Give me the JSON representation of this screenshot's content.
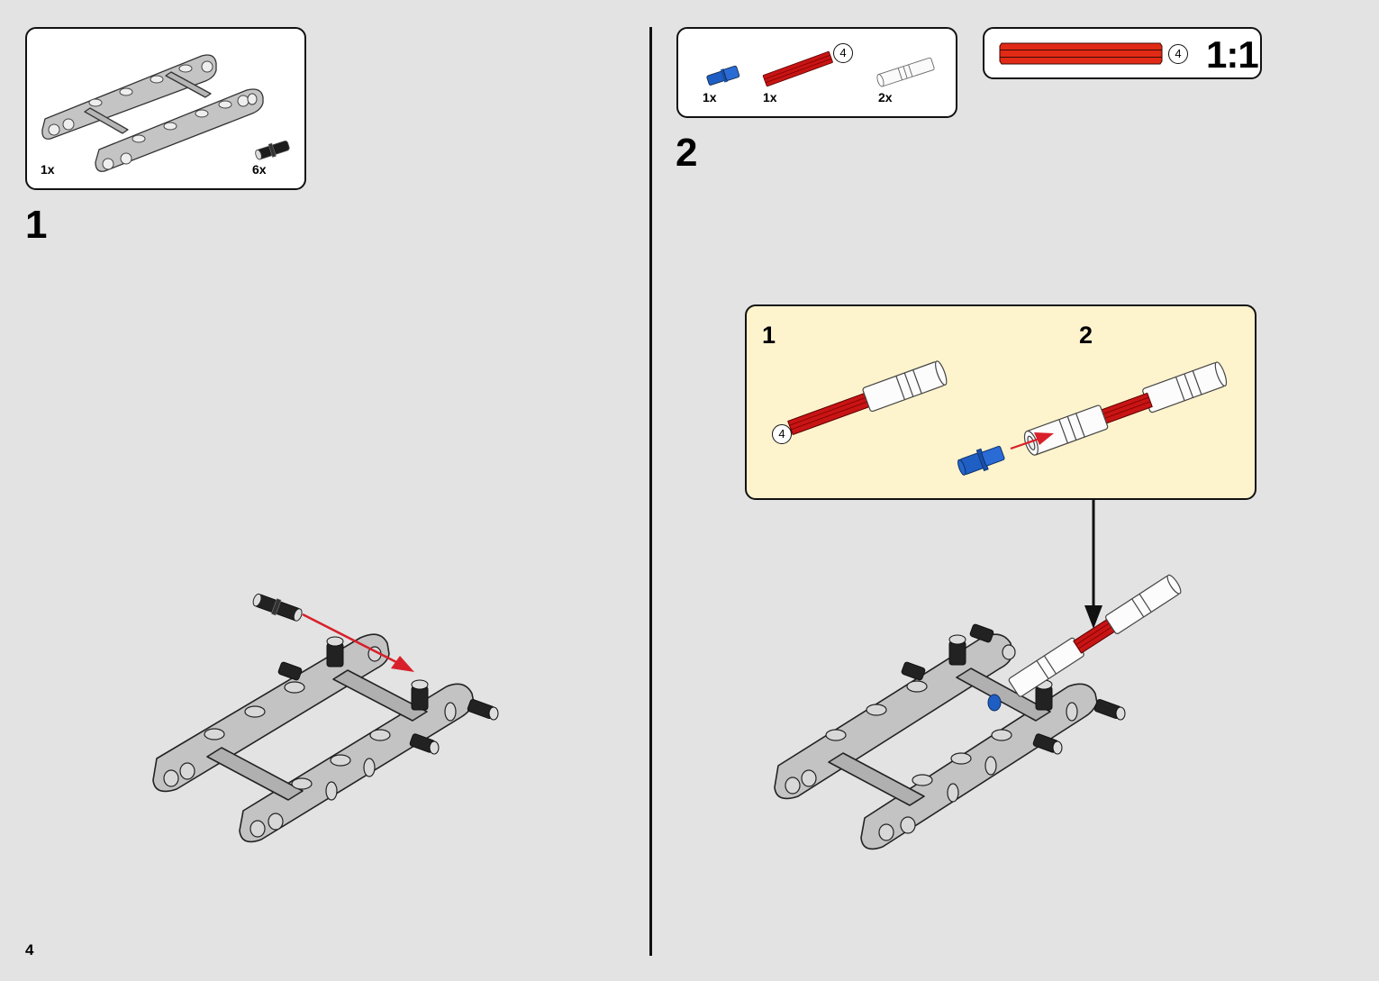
{
  "page": {
    "number": "4",
    "background_color": "#e3e3e3"
  },
  "steps": [
    {
      "number": "1",
      "parts": [
        {
          "name": "frame-part",
          "description": "light grey 5x7 open center frame",
          "quantity": "1x",
          "color": "#b8b8b8"
        },
        {
          "name": "black-pin",
          "description": "black friction pin",
          "quantity": "6x",
          "color": "#222222"
        }
      ]
    },
    {
      "number": "2",
      "parts": [
        {
          "name": "blue-pin",
          "description": "blue axle pin",
          "quantity": "1x",
          "color": "#1f5fc4"
        },
        {
          "name": "red-axle",
          "description": "red axle",
          "quantity": "1x",
          "length": "4",
          "color": "#d01818"
        },
        {
          "name": "white-connector",
          "description": "white axle connector",
          "quantity": "2x",
          "color": "#ffffff"
        }
      ],
      "scale_reference": {
        "length": "4",
        "label": "1:1",
        "color": "#e12a16"
      },
      "sub_assembly": {
        "background_color": "#fdf3cd",
        "steps": [
          {
            "number": "1",
            "axle_length": "4"
          },
          {
            "number": "2"
          }
        ]
      }
    }
  ],
  "colors": {
    "arrow_red": "#d8202a",
    "frame_grey": "#bdbdbd",
    "frame_outline": "#222222"
  }
}
